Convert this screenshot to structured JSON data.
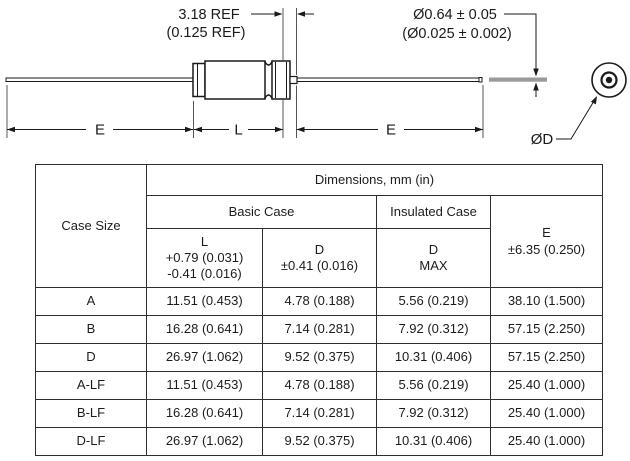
{
  "colors": {
    "line": "#1a1a1a",
    "lead_gray": "#9a9a9a"
  },
  "diagram": {
    "ref_dim": {
      "line1": "3.18 REF",
      "line2": "(0.125 REF)"
    },
    "lead_dia_dim": {
      "line1": "Ø0.64 ± 0.05",
      "line2": "(Ø0.025 ± 0.002)"
    },
    "labels": {
      "e_left": "E",
      "l": "L",
      "e_right": "E",
      "d": "ØD"
    }
  },
  "table": {
    "title": "Dimensions, mm (in)",
    "case_size_header": "Case Size",
    "basic_case_header": "Basic Case",
    "insulated_case_header": "Insulated Case",
    "l_header": [
      "L",
      "+0.79 (0.031)",
      "-0.41 (0.016)"
    ],
    "d_basic_header": [
      "D",
      "±0.41 (0.016)"
    ],
    "d_insulated_header": [
      "D",
      "MAX"
    ],
    "e_header": [
      "E",
      "±6.35 (0.250)"
    ],
    "rows": [
      {
        "case": "A",
        "l": "11.51 (0.453)",
        "d": "4.78 (0.188)",
        "d_ins": "5.56 (0.219)",
        "e": "38.10 (1.500)"
      },
      {
        "case": "B",
        "l": "16.28 (0.641)",
        "d": "7.14 (0.281)",
        "d_ins": "7.92 (0.312)",
        "e": "57.15 (2.250)"
      },
      {
        "case": "D",
        "l": "26.97 (1.062)",
        "d": "9.52 (0.375)",
        "d_ins": "10.31 (0.406)",
        "e": "57.15 (2.250)"
      },
      {
        "case": "A-LF",
        "l": "11.51 (0.453)",
        "d": "4.78 (0.188)",
        "d_ins": "5.56 (0.219)",
        "e": "25.40 (1.000)"
      },
      {
        "case": "B-LF",
        "l": "16.28 (0.641)",
        "d": "7.14 (0.281)",
        "d_ins": "7.92 (0.312)",
        "e": "25.40 (1.000)"
      },
      {
        "case": "D-LF",
        "l": "26.97 (1.062)",
        "d": "9.52 (0.375)",
        "d_ins": "10.31 (0.406)",
        "e": "25.40 (1.000)"
      }
    ]
  }
}
